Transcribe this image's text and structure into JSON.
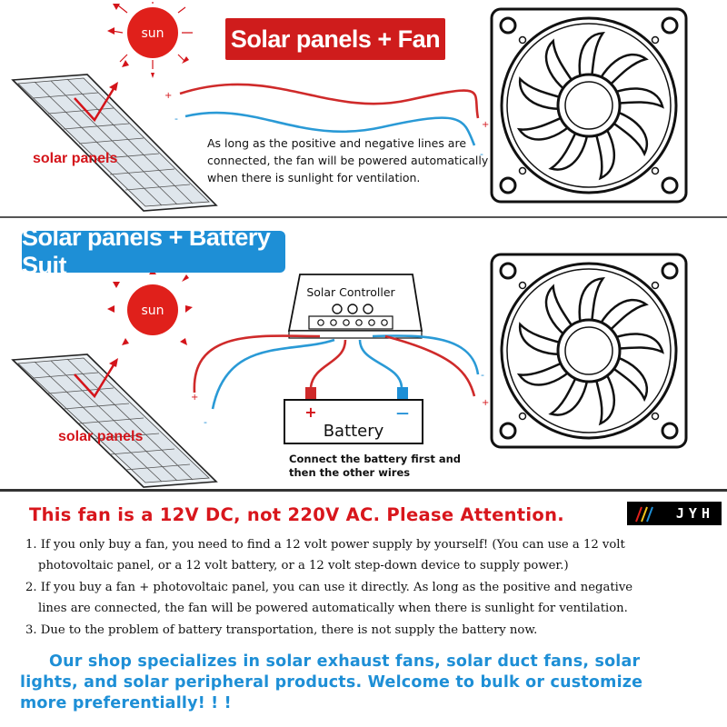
{
  "panel1": {
    "title": "Solar panels + Fan",
    "sun_label": "sun",
    "solar_label": "solar panels",
    "plus": "+",
    "minus": "-",
    "note_lines": [
      "As long as the positive and negative lines are",
      "connected, the fan will be powered automatically",
      "when there is sunlight for ventilation."
    ]
  },
  "panel2": {
    "title": "Solar panels + Battery Suit",
    "sun_label": "sun",
    "solar_label": "solar panels",
    "controller_label": "Solar Controller",
    "battery_label": "Battery",
    "battery_plus": "+",
    "battery_minus": "—",
    "plus": "+",
    "minus": "-",
    "battery_note_lines": [
      "Connect the battery first and",
      "then the other wires"
    ]
  },
  "panel3": {
    "attention": "This fan is a 12V DC, not 220V AC. Please Attention.",
    "brand": "JYH",
    "items": [
      {
        "line1": "1. If you only buy a fan, you need to find a 12 volt power supply by yourself! (You can use a 12 volt",
        "line2": "photovoltaic panel, or a 12 volt battery, or  a 12 volt step-down device to supply power.)"
      },
      {
        "line1": "2. If you buy a fan + photovoltaic panel, you can use it directly. As long as the positive and negative",
        "line2": "lines are connected, the fan will be powered automatically when there is sunlight for ventilation."
      },
      {
        "line1": "3. Due to the problem of battery transportation, there is not supply the battery now.",
        "line2": ""
      }
    ],
    "shop_lines": [
      "Our shop specializes in solar exhaust fans, solar duct fans, solar",
      "lights, and solar peripheral products. Welcome to bulk or customize",
      "more preferentially! ! !"
    ]
  },
  "colors": {
    "red": "#d4141a",
    "blue": "#1e8fd6",
    "wire_red": "#cf2a2a",
    "wire_blue": "#2a9ad6"
  },
  "icons": [
    "sun-icon",
    "solar-panel-icon",
    "fan-icon",
    "solar-controller-icon",
    "battery-icon",
    "brand-logo-icon"
  ]
}
